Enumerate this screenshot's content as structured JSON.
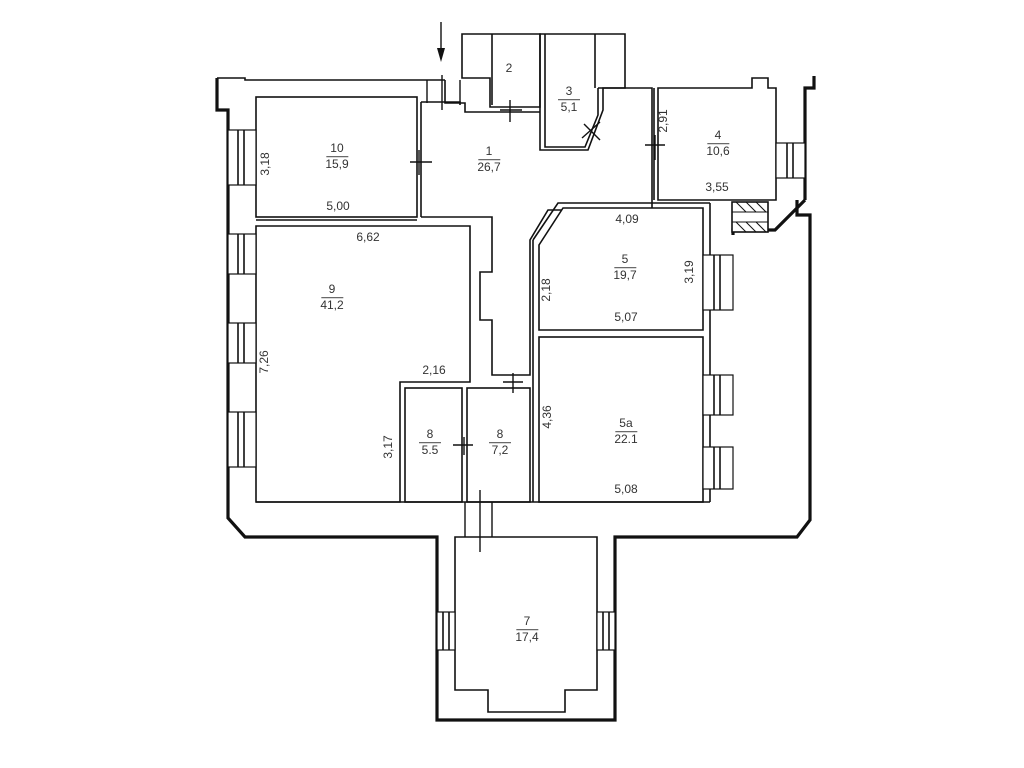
{
  "plan": {
    "type": "apartment floor plan",
    "entrance_marker": "down-arrow-icon",
    "rooms": [
      {
        "id": "1",
        "number": "1",
        "area": "26,7"
      },
      {
        "id": "2",
        "number": "2",
        "area": ""
      },
      {
        "id": "3",
        "number": "3",
        "area": "5,1"
      },
      {
        "id": "4",
        "number": "4",
        "area": "10,6"
      },
      {
        "id": "5",
        "number": "5",
        "area": "19,7"
      },
      {
        "id": "5a",
        "number": "5a",
        "area": "22.1"
      },
      {
        "id": "7",
        "number": "7",
        "area": "17,4"
      },
      {
        "id": "8a",
        "number": "8",
        "area": "5.5"
      },
      {
        "id": "8b",
        "number": "8",
        "area": "7,2"
      },
      {
        "id": "9",
        "number": "9",
        "area": "41,2"
      },
      {
        "id": "10",
        "number": "10",
        "area": "15,9"
      }
    ],
    "dimensions": {
      "room10_height": "3,18",
      "room10_width": "5,00",
      "room4_height": "2,91",
      "room4_width": "3,55",
      "room5_top": "4,09",
      "room5_left": "2,18",
      "room5_right": "3,19",
      "room5_bottom": "5,07",
      "room5a_left": "4,36",
      "room5a_bottom": "5,08",
      "room9_top": "6,62",
      "room9_left": "7,26",
      "room9_notch": "2,16",
      "room8_height": "3,17"
    },
    "colors": {
      "lines": "#111111",
      "text": "#333333",
      "background": "#ffffff"
    }
  }
}
